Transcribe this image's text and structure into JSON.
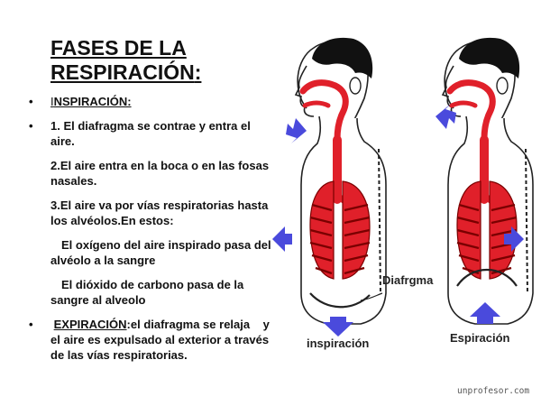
{
  "title": {
    "line1": "FASES DE LA",
    "line2": "RESPIRACIÓN",
    "colon": ":"
  },
  "inspiracion": {
    "bullet": "•",
    "heading_initial": "I",
    "heading_rest": "NSPIRACIÓN:",
    "step1": "1. El diafragma se contrae y entra el aire.",
    "step2": "2.El aire entra en la boca o en las fosas nasales.",
    "step3": "3.El aire va por vías respiratorias hasta los alvéolos.En estos:",
    "oxygen": "El oxígeno del aire inspirado pasa del alvéolo a la sangre",
    "co2": "El dióxido de carbono pasa de la sangre al alveolo"
  },
  "expiracion": {
    "bullet": "•",
    "keyword": "EXPIRACIÓN",
    "text_a": ":el diafragma se relaja",
    "text_b": "y el aire es expulsado al exterior a través de las vías respiratorias."
  },
  "figure": {
    "label_left": "inspiración",
    "label_right": "Espiración",
    "label_diaphragm": "Diafrgma",
    "colors": {
      "airway": "#e0202a",
      "arrow": "#4a4adc",
      "hair": "#111111",
      "line": "#222222"
    }
  },
  "watermark": "unprofesor.com"
}
